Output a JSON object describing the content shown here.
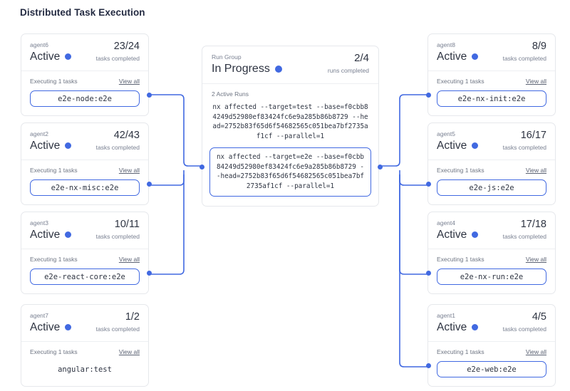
{
  "page": {
    "title": "Distributed Task Execution"
  },
  "theme": {
    "accent": "#4169E1",
    "text": "#2E3442",
    "muted": "#7A8192",
    "border": "#E6E8EC"
  },
  "labels": {
    "state_active": "Active",
    "tasks_completed": "tasks completed",
    "runs_completed": "runs completed",
    "executing": "Executing 1 tasks",
    "view_all": "View all"
  },
  "run_group": {
    "kind": "Run Group",
    "state": "In Progress",
    "count": "2/4",
    "count_sub": "runs completed",
    "active_runs_label": "2 Active Runs",
    "runs": [
      {
        "command": "nx affected --target=test --base=f0cbb84249d52980ef83424fc6e9a285b86b8729 --head=2752b83f65d6f54682565c051bea7bf2735af1cf --parallel=1",
        "boxed": false
      },
      {
        "command": "nx affected --target=e2e --base=f0cbb84249d52980ef83424fc6e9a285b86b8729 --head=2752b83f65d6f54682565c051bea7bf2735af1cf --parallel=1",
        "boxed": true
      }
    ]
  },
  "agents_left": [
    {
      "id": "agent6",
      "state": "Active",
      "count": "23/24",
      "count_sub": "tasks completed",
      "executing": "Executing 1 tasks",
      "view_all": "View all",
      "task": "e2e-node:e2e",
      "boxed": true
    },
    {
      "id": "agent2",
      "state": "Active",
      "count": "42/43",
      "count_sub": "tasks completed",
      "executing": "Executing 1 tasks",
      "view_all": "View all",
      "task": "e2e-nx-misc:e2e",
      "boxed": true
    },
    {
      "id": "agent3",
      "state": "Active",
      "count": "10/11",
      "count_sub": "tasks completed",
      "executing": "Executing 1 tasks",
      "view_all": "View all",
      "task": "e2e-react-core:e2e",
      "boxed": true
    },
    {
      "id": "agent7",
      "state": "Active",
      "count": "1/2",
      "count_sub": "tasks completed",
      "executing": "Executing 1 tasks",
      "view_all": "View all",
      "task": "angular:test",
      "boxed": false
    }
  ],
  "agents_right": [
    {
      "id": "agent8",
      "state": "Active",
      "count": "8/9",
      "count_sub": "tasks completed",
      "executing": "Executing 1 tasks",
      "view_all": "View all",
      "task": "e2e-nx-init:e2e",
      "boxed": true
    },
    {
      "id": "agent5",
      "state": "Active",
      "count": "16/17",
      "count_sub": "tasks completed",
      "executing": "Executing 1 tasks",
      "view_all": "View all",
      "task": "e2e-js:e2e",
      "boxed": true
    },
    {
      "id": "agent4",
      "state": "Active",
      "count": "17/18",
      "count_sub": "tasks completed",
      "executing": "Executing 1 tasks",
      "view_all": "View all",
      "task": "e2e-nx-run:e2e",
      "boxed": true
    },
    {
      "id": "agent1",
      "state": "Active",
      "count": "4/5",
      "count_sub": "tasks completed",
      "executing": "Executing 1 tasks",
      "view_all": "View all",
      "task": "e2e-web:e2e",
      "boxed": true
    }
  ]
}
